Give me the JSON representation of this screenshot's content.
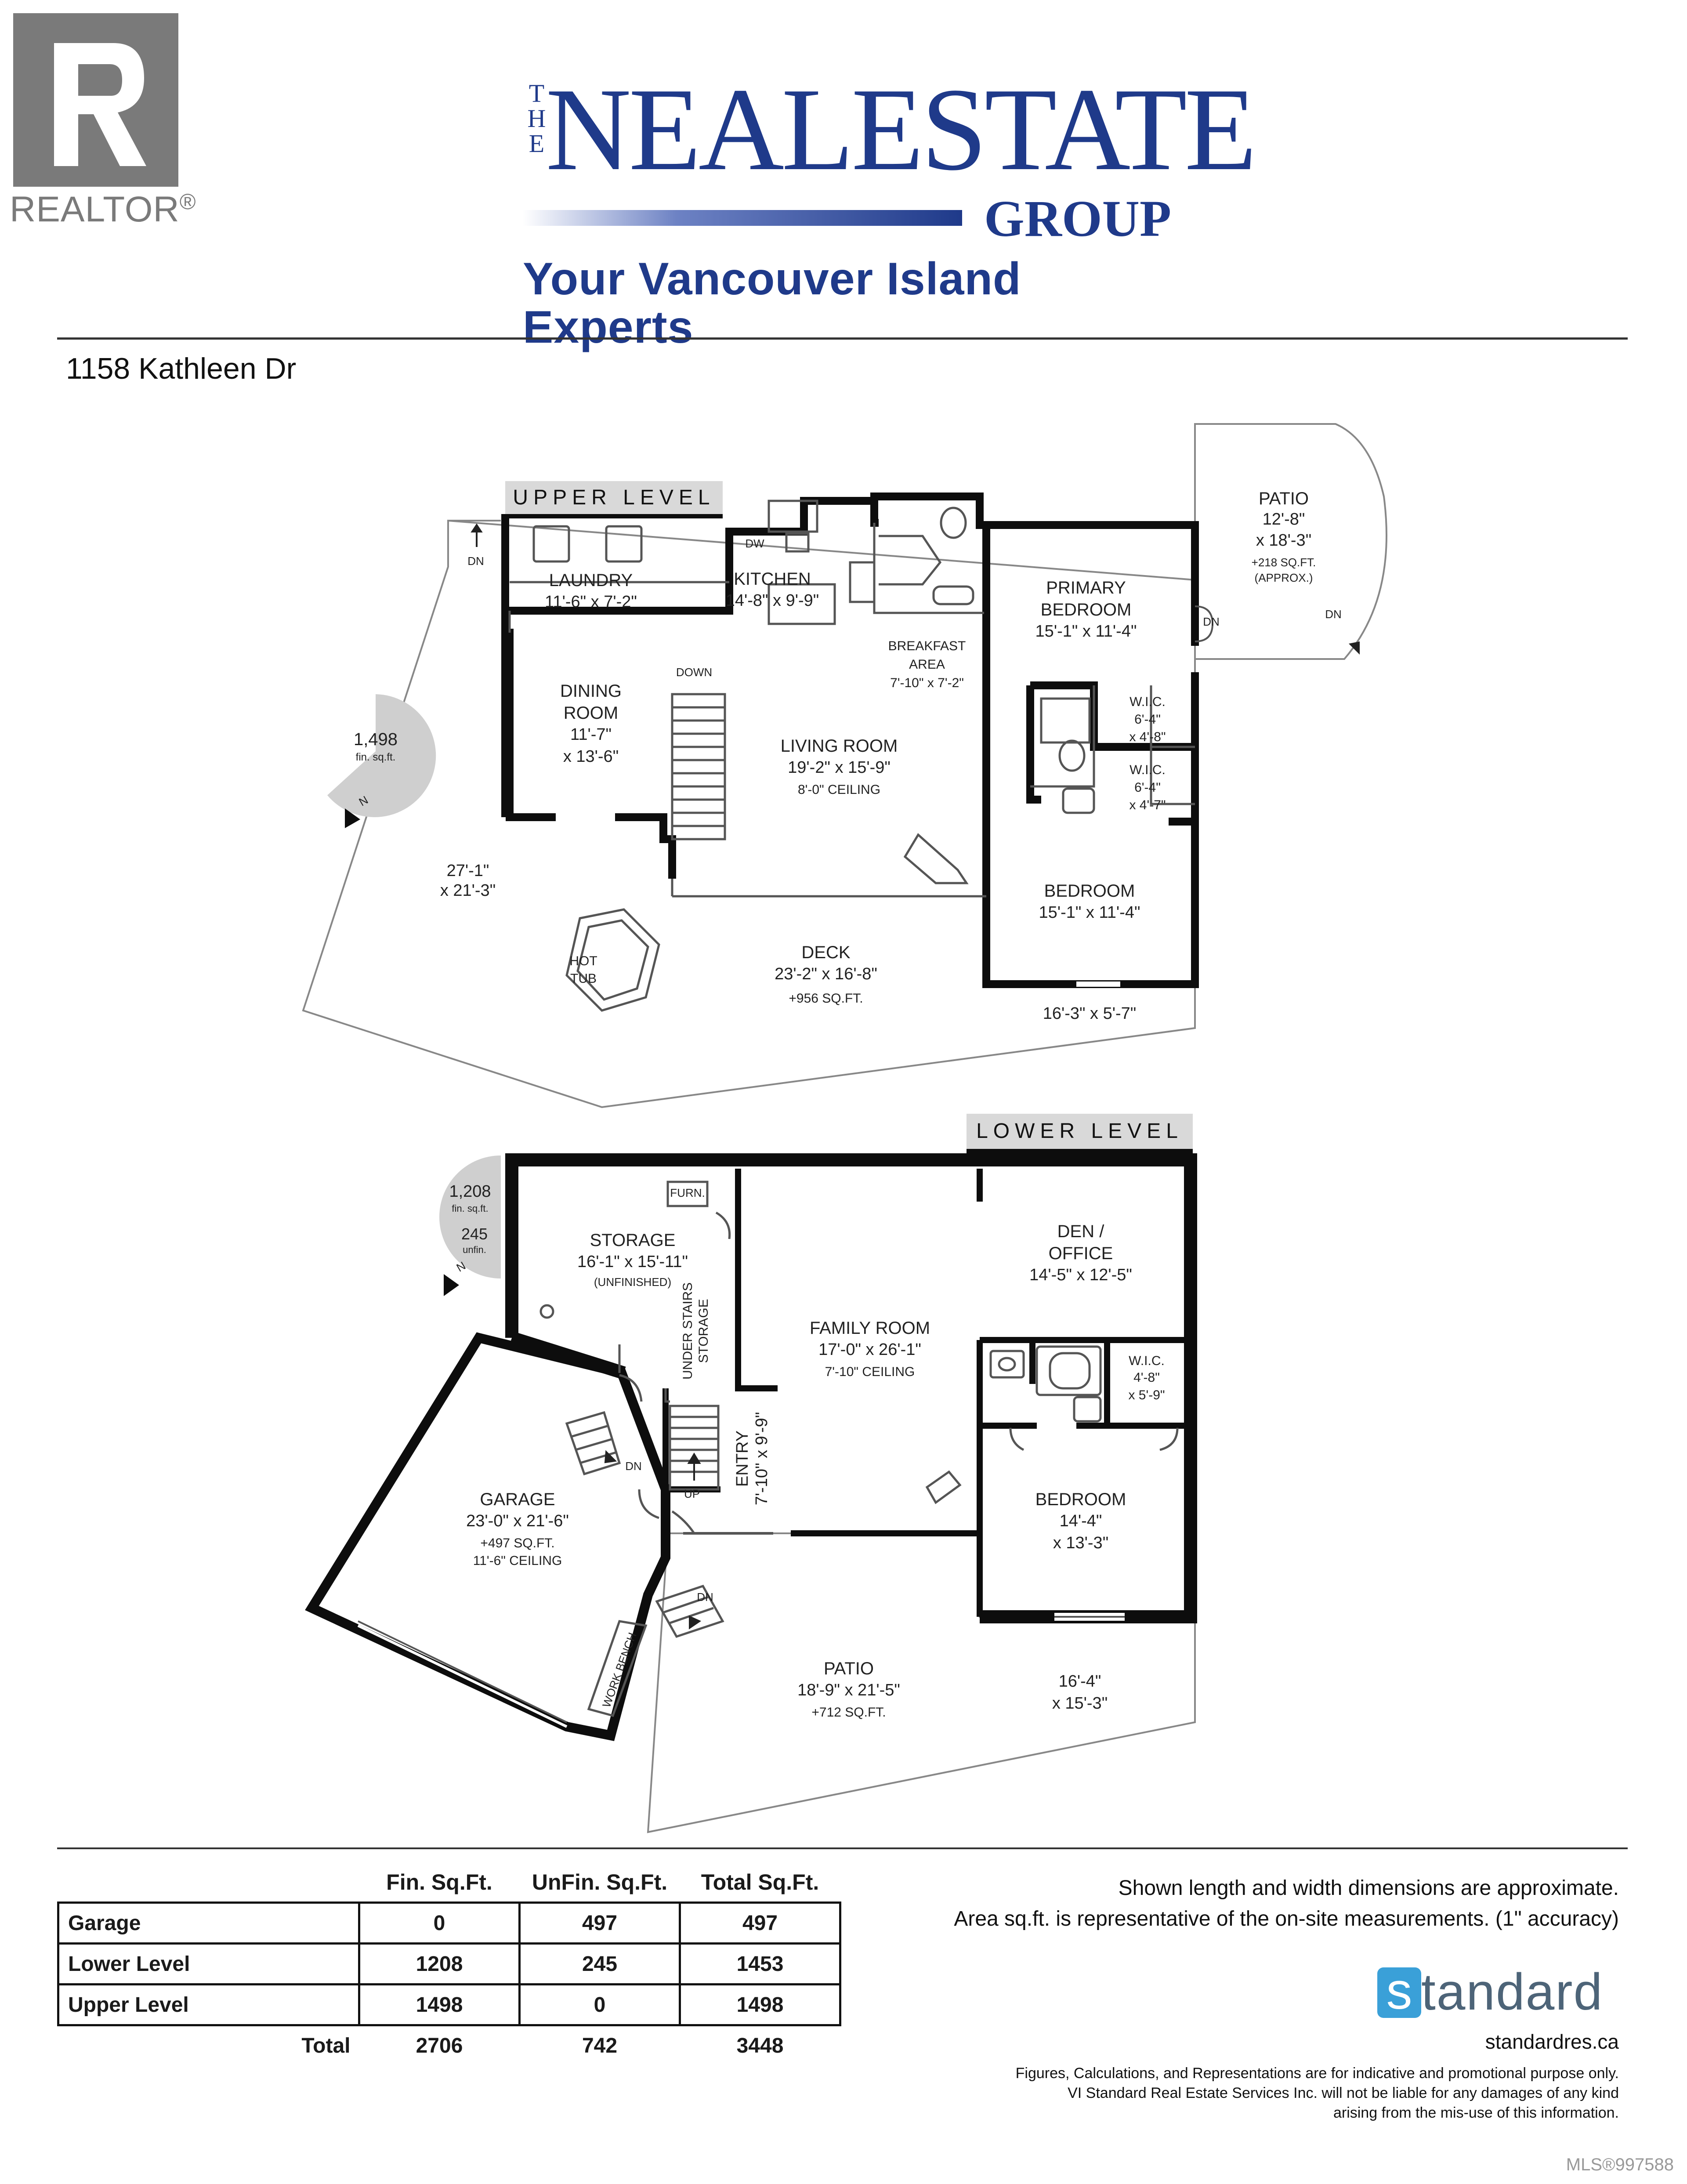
{
  "header": {
    "realtor_mark": "REALTOR",
    "realtor_reg": "®",
    "brand_the": "THE",
    "brand_name": "NEALESTATE",
    "brand_group": "GROUP",
    "brand_tagline": "Your Vancouver Island Experts"
  },
  "address": "1158 Kathleen Dr",
  "upper": {
    "label": "UPPER LEVEL",
    "area_fin": "1,498",
    "area_fin_unit": "fin. sq.ft.",
    "compass": "N",
    "rooms": {
      "laundry_name": "LAUNDRY",
      "laundry_dim": "11'-6\" x 7'-2\"",
      "kitchen_name": "KITCHEN",
      "kitchen_dim": "14'-8\" x 9'-9\"",
      "dw": "DW",
      "breakfast_name1": "BREAKFAST",
      "breakfast_name2": "AREA",
      "breakfast_dim": "7'-10\" x 7'-2\"",
      "primary_name1": "PRIMARY",
      "primary_name2": "BEDROOM",
      "primary_dim": "15'-1\" x 11'-4\"",
      "dining_name1": "DINING",
      "dining_name2": "ROOM",
      "dining_dim1": "11'-7\"",
      "dining_dim2": "x 13'-6\"",
      "living_name": "LIVING ROOM",
      "living_dim": "19'-2\" x 15'-9\"",
      "living_ceiling": "8'-0\" CEILING",
      "down": "DOWN",
      "wic1_name": "W.I.C.",
      "wic1_dim1": "6'-4\"",
      "wic1_dim2": "x 4'-8\"",
      "wic2_name": "W.I.C.",
      "wic2_dim1": "6'-4\"",
      "wic2_dim2": "x 4'-7\"",
      "bedroom_name": "BEDROOM",
      "bedroom_dim": "15'-1\" x 11'-4\"",
      "deck_name": "DECK",
      "deck_dim": "23'-2\" x 16'-8\"",
      "deck_area": "+956 SQ.FT.",
      "deck2_dim1": "27'-1\"",
      "deck2_dim2": "x 21'-3\"",
      "hottub1": "HOT",
      "hottub2": "TUB",
      "balcony_dim": "16'-3\" x 5'-7\"",
      "patio_name": "PATIO",
      "patio_dim1": "12'-8\"",
      "patio_dim2": "x 18'-3\"",
      "patio_area": "+218 SQ.FT.",
      "patio_approx": "(APPROX.)",
      "dn_left": "DN",
      "dn_patio1": "DN",
      "dn_patio2": "DN"
    }
  },
  "lower": {
    "label": "LOWER LEVEL",
    "area_fin": "1,208",
    "area_fin_unit": "fin. sq.ft.",
    "area_unfin": "245",
    "area_unfin_unit": "unfin.",
    "compass": "N",
    "rooms": {
      "furn": "FURN.",
      "storage_name": "STORAGE",
      "storage_dim": "16'-1\" x 15'-11\"",
      "storage_note": "(UNFINISHED)",
      "under_stairs1": "UNDER STAIRS",
      "under_stairs2": "STORAGE",
      "family_name": "FAMILY ROOM",
      "family_dim": "17'-0\" x 26'-1\"",
      "family_ceiling": "7'-10\" CEILING",
      "den_name1": "DEN /",
      "den_name2": "OFFICE",
      "den_dim": "14'-5\" x 12'-5\"",
      "wic_name": "W.I.C.",
      "wic_dim1": "4'-8\"",
      "wic_dim2": "x 5'-9\"",
      "entry_name": "ENTRY",
      "entry_dim": "7'-10\" x 9'-9\"",
      "garage_name": "GARAGE",
      "garage_dim": "23'-0\" x 21'-6\"",
      "garage_area": "+497 SQ.FT.",
      "garage_ceiling": "11'-6\" CEILING",
      "bedroom_name": "BEDROOM",
      "bedroom_dim1": "14'-4\"",
      "bedroom_dim2": "x 13'-3\"",
      "patio_name": "PATIO",
      "patio_dim": "18'-9\" x 21'-5\"",
      "patio_area": "+712 SQ.FT.",
      "patio2_dim1": "16'-4\"",
      "patio2_dim2": "x 15'-3\"",
      "work_bench": "WORK BENCH",
      "dn1": "DN",
      "up": "UP",
      "dn2": "DN"
    }
  },
  "table": {
    "headers": [
      "",
      "Fin. Sq.Ft.",
      "UnFin. Sq.Ft.",
      "Total Sq.Ft."
    ],
    "rows": [
      {
        "label": "Garage",
        "fin": "0",
        "unfin": "497",
        "total": "497"
      },
      {
        "label": "Lower Level",
        "fin": "1208",
        "unfin": "245",
        "total": "1453"
      },
      {
        "label": "Upper Level",
        "fin": "1498",
        "unfin": "0",
        "total": "1498"
      }
    ],
    "total": {
      "label": "Total",
      "fin": "2706",
      "unfin": "742",
      "total": "3448"
    }
  },
  "disclaimer": {
    "line1": "Shown length and width dimensions are approximate.",
    "line2": "Area sq.ft. is representative of the on-site measurements. (1\" accuracy)",
    "brand_s": "s",
    "brand_rest": "tandard",
    "website": "standardres.ca",
    "fine1": "Figures, Calculations, and Representations are for indicative and promotional purpose only.",
    "fine2": "VI Standard Real Estate Services Inc. will not be liable for any damages of any kind",
    "fine3": "arising from the mis-use of this information."
  },
  "mls": "MLS®997588",
  "colors": {
    "brand_navy": "#1f3a8a",
    "realtor_gray": "#7a7a7a",
    "standard_blue": "#3aa0d8",
    "wall": "#0d0d0d",
    "level_tag": "#d9d9d9",
    "area_badge": "#cfcfcf"
  }
}
